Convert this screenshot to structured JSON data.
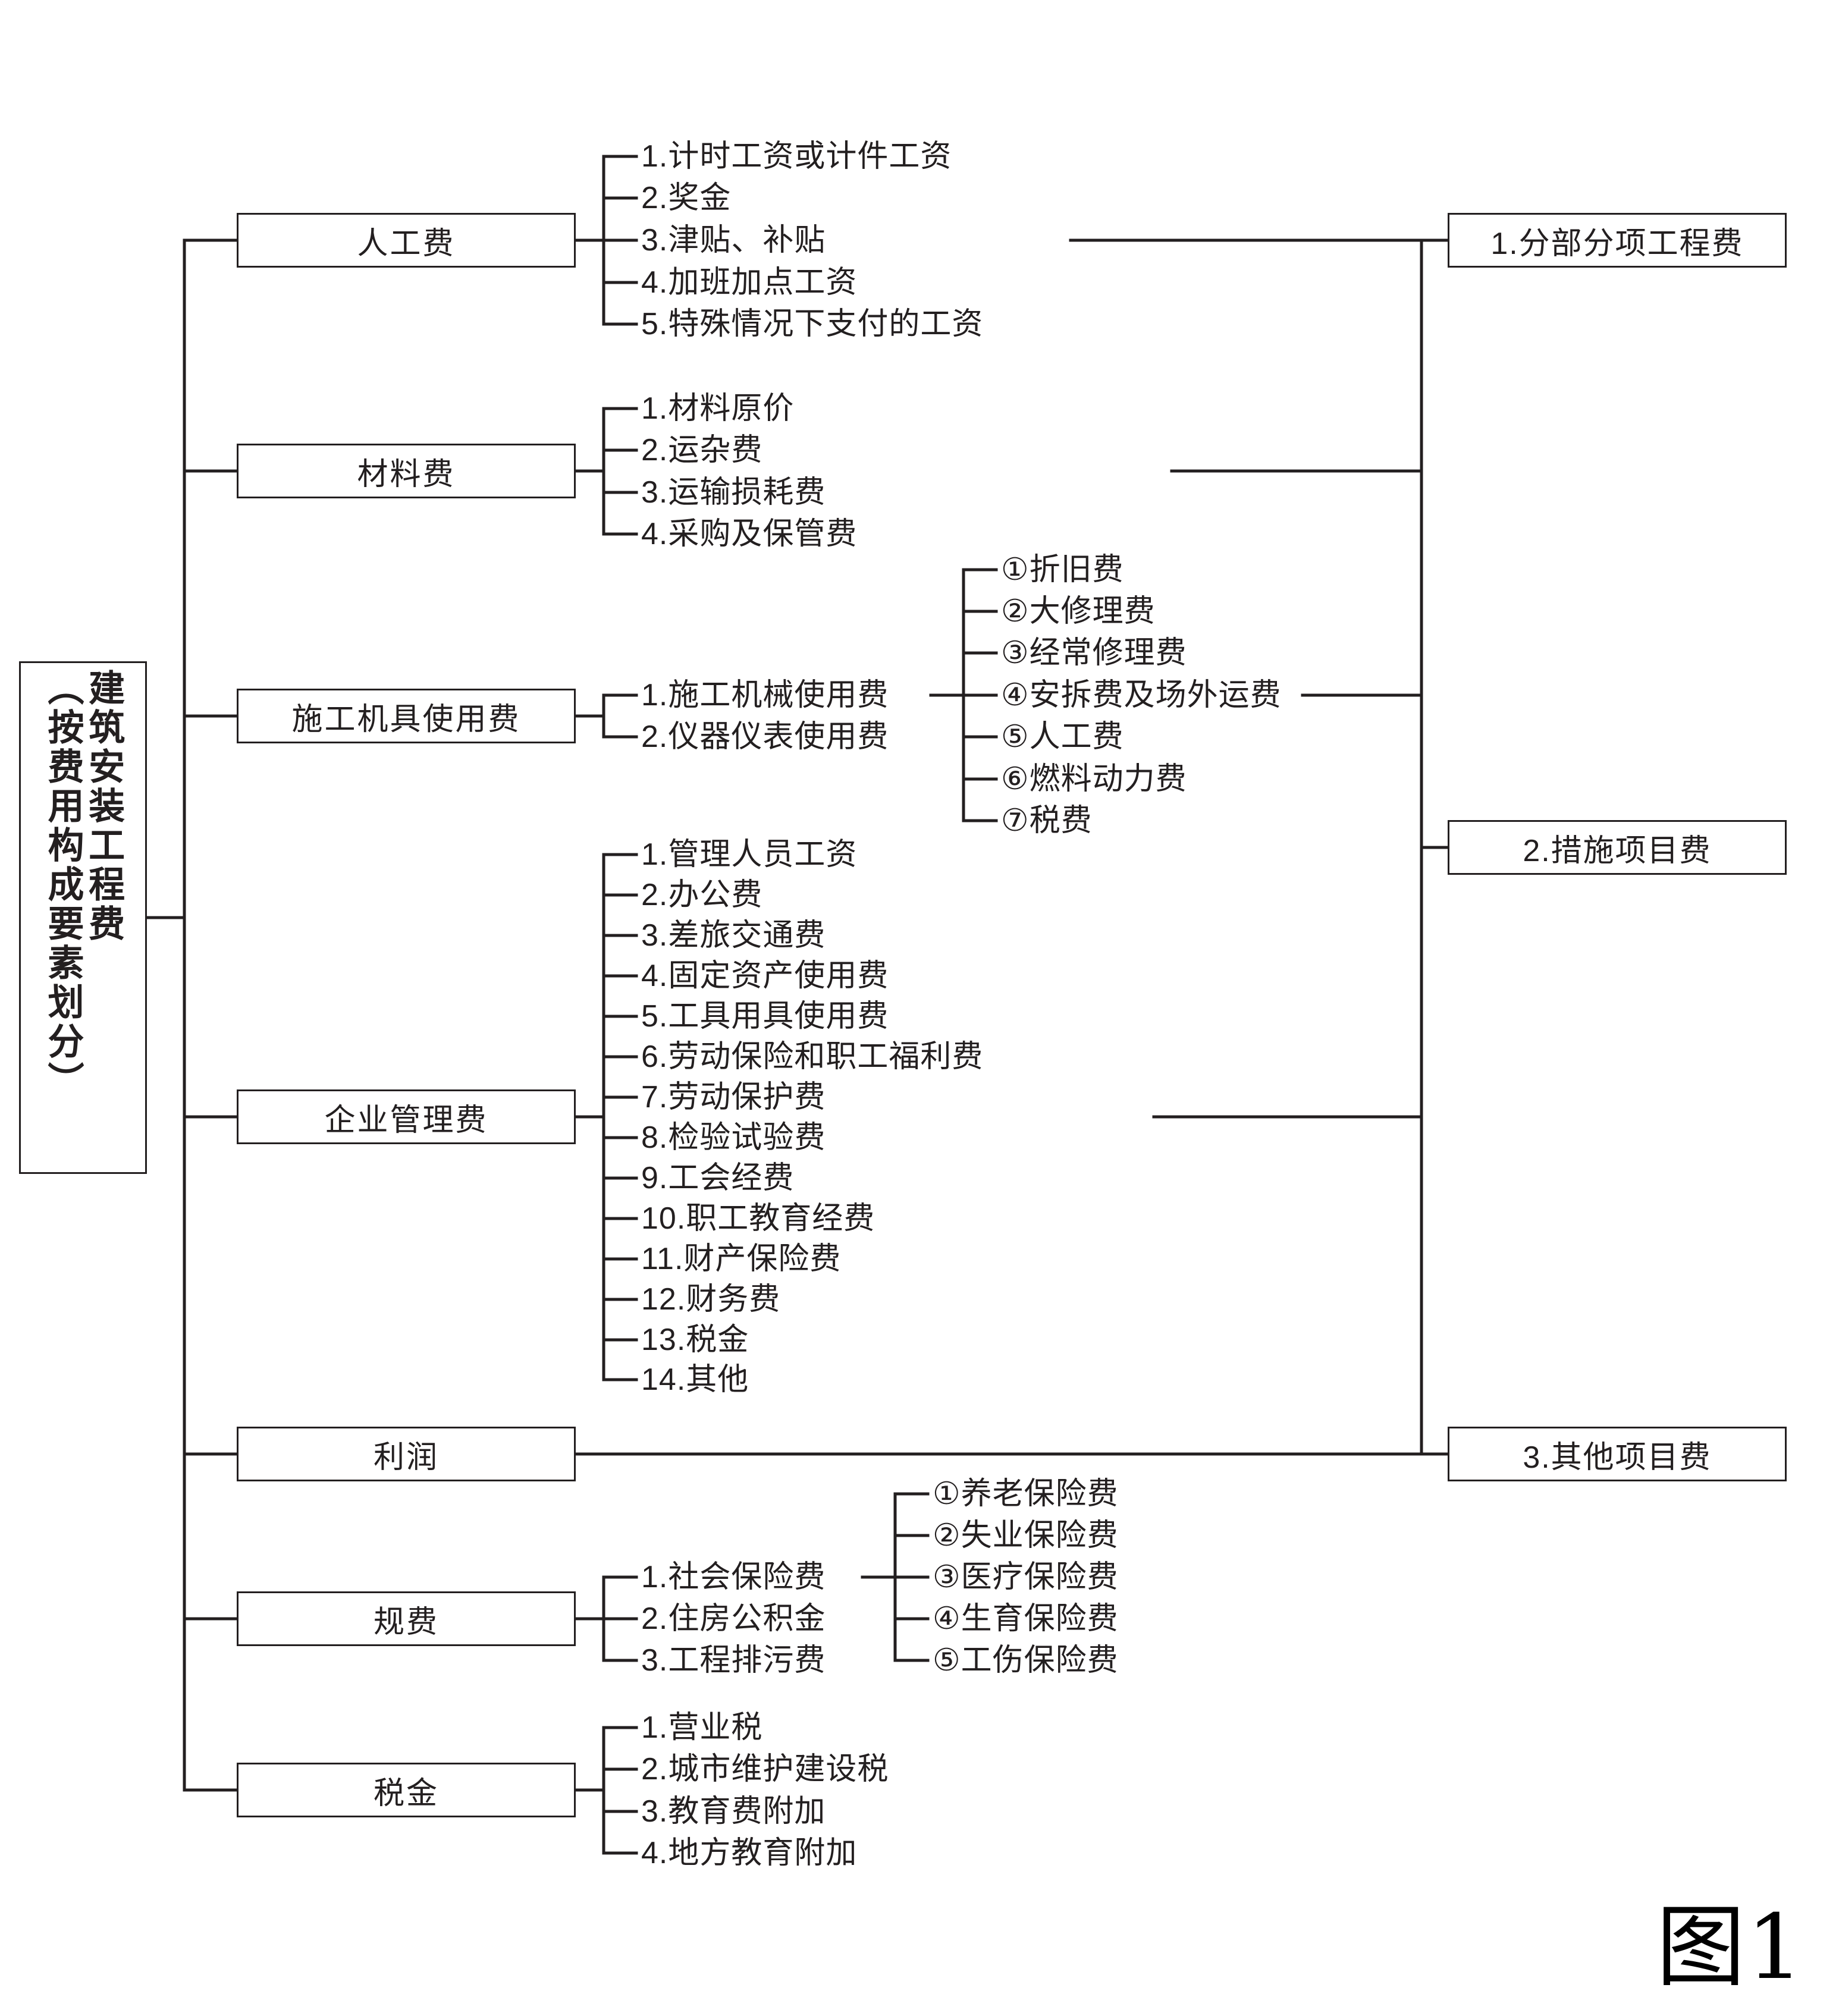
{
  "figure": {
    "caption": "图1"
  },
  "root": {
    "line_main": "建筑安装工程费",
    "line_paren": "（按费用构成要素划分）"
  },
  "branches": [
    {
      "id": "labor",
      "label": "人工费",
      "items": [
        "1.计时工资或计件工资",
        "2.奖金",
        "3.津贴、补贴",
        "4.加班加点工资",
        "5.特殊情况下支付的工资"
      ]
    },
    {
      "id": "material",
      "label": "材料费",
      "items": [
        "1.材料原价",
        "2.运杂费",
        "3.运输损耗费",
        "4.采购及保管费"
      ]
    },
    {
      "id": "machinery",
      "label": "施工机具使用费",
      "items": [
        "1.施工机械使用费",
        "2.仪器仪表使用费"
      ],
      "subitems": [
        "①折旧费",
        "②大修理费",
        "③经常修理费",
        "④安拆费及场外运费",
        "⑤人工费",
        "⑥燃料动力费",
        "⑦税费"
      ]
    },
    {
      "id": "management",
      "label": "企业管理费",
      "items": [
        "1.管理人员工资",
        "2.办公费",
        "3.差旅交通费",
        "4.固定资产使用费",
        "5.工具用具使用费",
        "6.劳动保险和职工福利费",
        "7.劳动保护费",
        "8.检验试验费",
        "9.工会经费",
        "10.职工教育经费",
        "11.财产保险费",
        "12.财务费",
        "13.税金",
        "14.其他"
      ]
    },
    {
      "id": "profit",
      "label": "利润",
      "items": []
    },
    {
      "id": "statutory",
      "label": "规费",
      "items": [
        "1.社会保险费",
        "2.住房公积金",
        "3.工程排污费"
      ],
      "subitems": [
        "①养老保险费",
        "②失业保险费",
        "③医疗保险费",
        "④生育保险费",
        "⑤工伤保险费"
      ]
    },
    {
      "id": "tax",
      "label": "税金",
      "items": [
        "1.营业税",
        "2.城市维护建设税",
        "3.教育费附加",
        "4.地方教育附加"
      ]
    }
  ],
  "right_nodes": [
    {
      "id": "itemized",
      "label": "1.分部分项工程费"
    },
    {
      "id": "measures",
      "label": "2.措施项目费"
    },
    {
      "id": "other",
      "label": "3.其他项目费"
    }
  ],
  "colors": {
    "line": "#231f20",
    "text": "#231f20",
    "background": "#ffffff"
  }
}
